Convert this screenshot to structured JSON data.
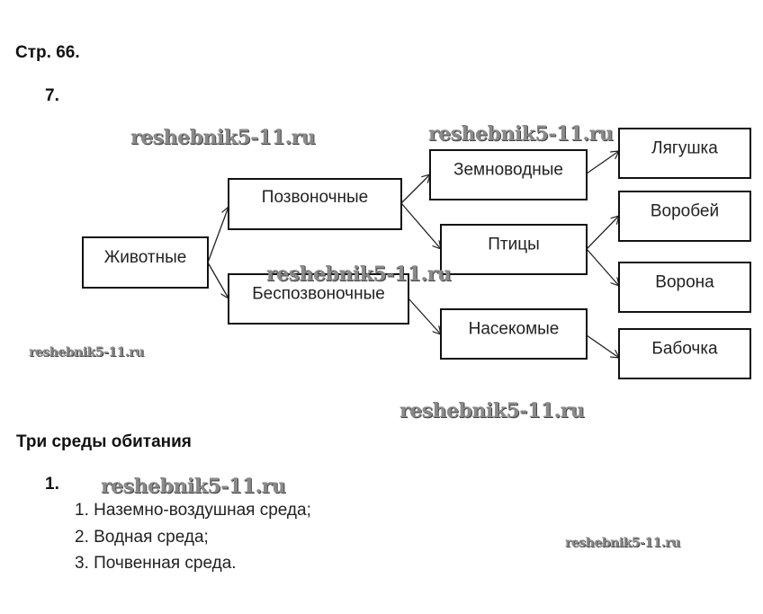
{
  "header": {
    "page_label": "Стр. 66.",
    "task_number": "7."
  },
  "diagram": {
    "nodes": {
      "animals": "Животные",
      "vertebrates": "Позвоночные",
      "invertebrates": "Беспозвоночные",
      "amphibians": "Земноводные",
      "birds": "Птицы",
      "insects": "Насекомые",
      "frog": "Лягушка",
      "sparrow": "Воробей",
      "crow": "Ворона",
      "butterfly": "Бабочка"
    },
    "edges": [
      [
        "animals",
        "vertebrates"
      ],
      [
        "animals",
        "invertebrates"
      ],
      [
        "vertebrates",
        "amphibians"
      ],
      [
        "vertebrates",
        "birds"
      ],
      [
        "invertebrates",
        "insects"
      ],
      [
        "amphibians",
        "frog"
      ],
      [
        "birds",
        "sparrow"
      ],
      [
        "birds",
        "crow"
      ],
      [
        "insects",
        "butterfly"
      ]
    ]
  },
  "section": {
    "title": "Три среды обитания",
    "task_number": "1.",
    "items": [
      "1. Наземно-воздушная среда;",
      "2. Водная среда;",
      "3. Почвенная среда."
    ]
  },
  "watermark": "reshebnik5-11.ru"
}
